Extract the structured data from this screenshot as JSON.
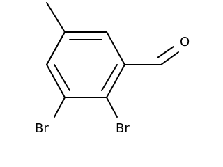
{
  "molecule": {
    "atoms": {
      "oxygen": "O",
      "bromine_left": "Br",
      "bromine_right": "Br"
    }
  },
  "colors": {
    "background": "#ffffff",
    "bond": "#000000",
    "label": "#000000"
  }
}
